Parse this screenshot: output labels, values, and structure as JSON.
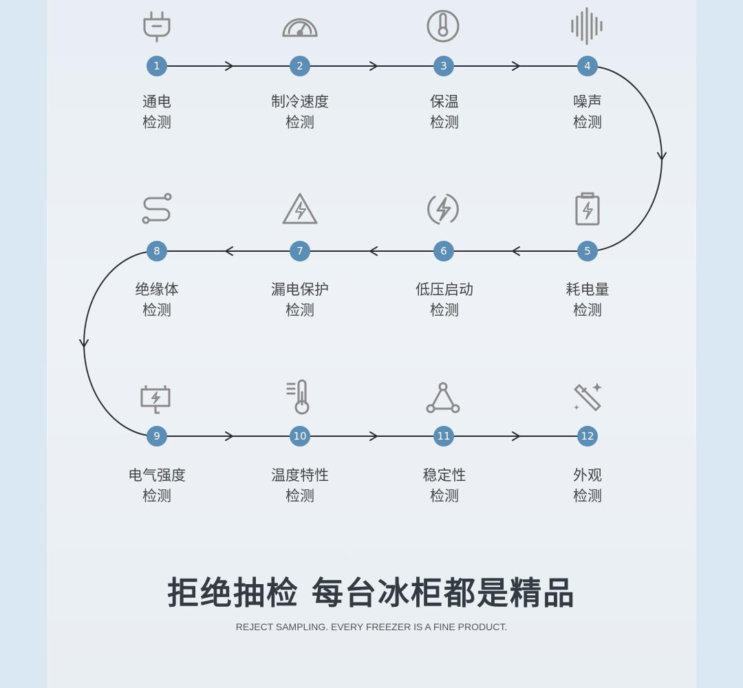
{
  "steps": [
    {
      "num": "1",
      "line1": "通电",
      "line2": "检测",
      "icon": "plug-icon"
    },
    {
      "num": "2",
      "line1": "制冷速度",
      "line2": "检测",
      "icon": "gauge-icon"
    },
    {
      "num": "3",
      "line1": "保温",
      "line2": "检测",
      "icon": "thermometer-circle-icon"
    },
    {
      "num": "4",
      "line1": "噪声",
      "line2": "检测",
      "icon": "soundwave-icon"
    },
    {
      "num": "5",
      "line1": "耗电量",
      "line2": "检测",
      "icon": "battery-bolt-icon"
    },
    {
      "num": "6",
      "line1": "低压启动",
      "line2": "检测",
      "icon": "power-bolt-icon"
    },
    {
      "num": "7",
      "line1": "漏电保护",
      "line2": "检测",
      "icon": "warning-bolt-icon"
    },
    {
      "num": "8",
      "line1": "绝缘体",
      "line2": "检测",
      "icon": "wire-route-icon"
    },
    {
      "num": "9",
      "line1": "电气强度",
      "line2": "检测",
      "icon": "electric-panel-icon"
    },
    {
      "num": "10",
      "line1": "温度特性",
      "line2": "检测",
      "icon": "thermometer-scale-icon"
    },
    {
      "num": "11",
      "line1": "稳定性",
      "line2": "检测",
      "icon": "triangle-nodes-icon"
    },
    {
      "num": "12",
      "line1": "外观",
      "line2": "检测",
      "icon": "magic-wand-icon"
    }
  ],
  "headline": "拒绝抽检  每台冰柜都是精品",
  "subheadline": "REJECT SAMPLING. EVERY FREEZER IS A FINE PRODUCT.",
  "colors": {
    "badge": "#5b8db5",
    "line": "#2b2f33",
    "icon": "#8a8a8a",
    "background": "#d9e8f3"
  }
}
